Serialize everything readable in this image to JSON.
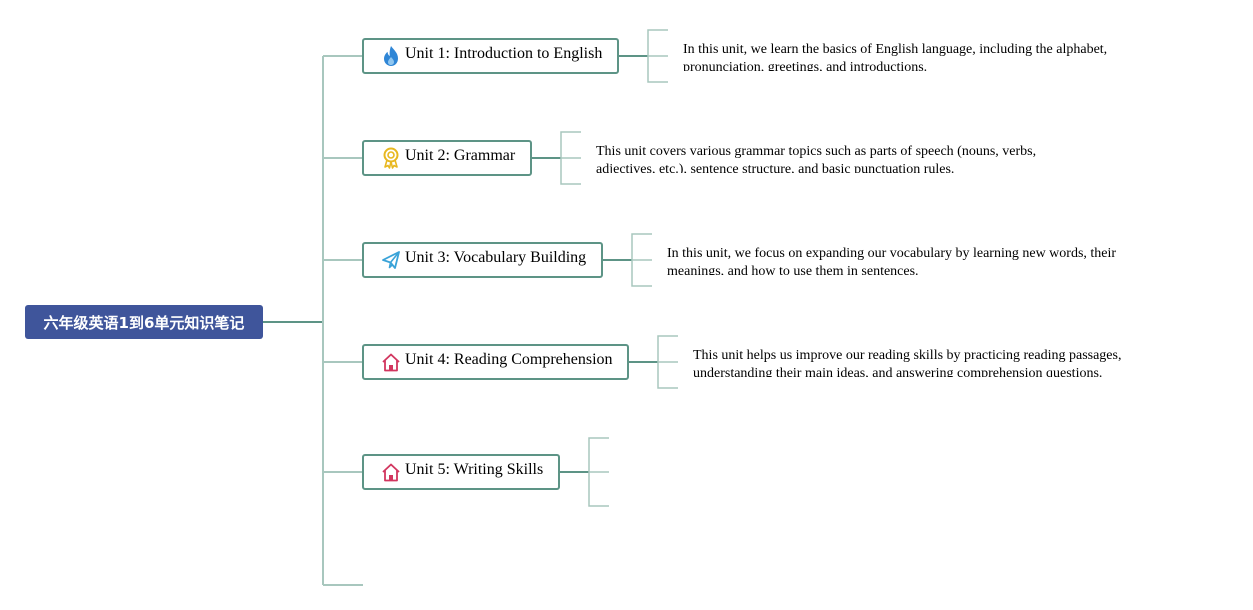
{
  "root": {
    "title": "六年级英语1到6单元知识笔记"
  },
  "units": [
    {
      "label": "Unit 1: Introduction to English",
      "icon": "flame-icon",
      "icon_color": "#2f86d6",
      "description": "In this unit, we learn the basics of English language, including the alphabet, pronunciation, greetings, and introductions."
    },
    {
      "label": "Unit 2: Grammar",
      "icon": "award-ribbon-icon",
      "icon_color": "#e8b820",
      "description": "This unit covers various grammar topics such as parts of speech (nouns, verbs, adjectives, etc.), sentence structure, and basic punctuation rules."
    },
    {
      "label": "Unit 3: Vocabulary Building",
      "icon": "paper-plane-icon",
      "icon_color": "#3aa3d8",
      "description": "In this unit, we focus on expanding our vocabulary by learning new words, their meanings, and how to use them in sentences."
    },
    {
      "label": "Unit 4: Reading Comprehension",
      "icon": "home-icon",
      "icon_color": "#d2365f",
      "description": "This unit helps us improve our reading skills by practicing reading passages, understanding their main ideas, and answering comprehension questions."
    },
    {
      "label": "Unit 5: Writing Skills",
      "icon": "home-icon",
      "icon_color": "#d2365f",
      "description": ""
    }
  ],
  "colors": {
    "root_fill": "#3f559b",
    "connector": "#5d9486",
    "bracket": "#a8c7be"
  }
}
